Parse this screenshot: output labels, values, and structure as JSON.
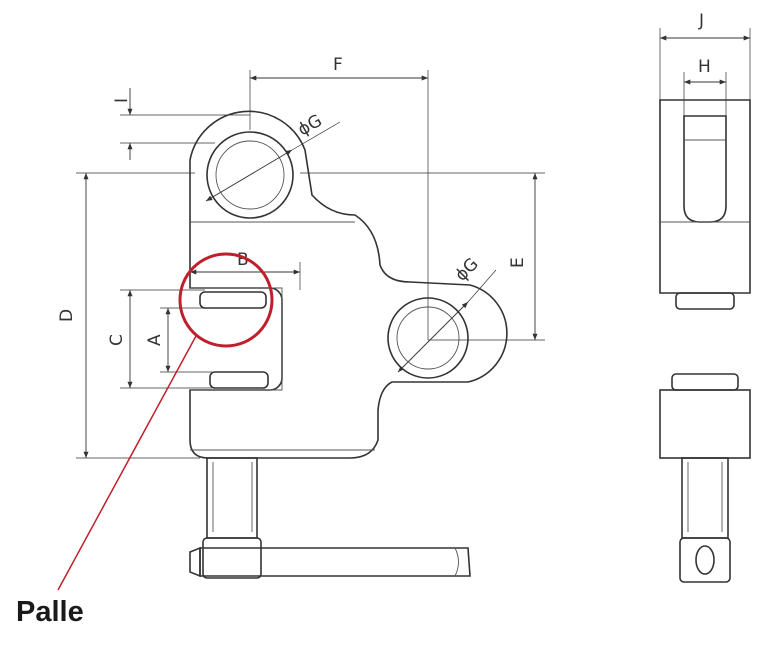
{
  "dimension_labels": {
    "A": "A",
    "B": "B",
    "C": "C",
    "D": "D",
    "E": "E",
    "F": "F",
    "G_top": "ϕG",
    "G_bottom": "ϕG",
    "H": "H",
    "I": "I",
    "J": "J"
  },
  "callout": {
    "label": "Palle",
    "color": "#c0202c"
  },
  "colors": {
    "line": "#333333",
    "background": "#ffffff"
  }
}
